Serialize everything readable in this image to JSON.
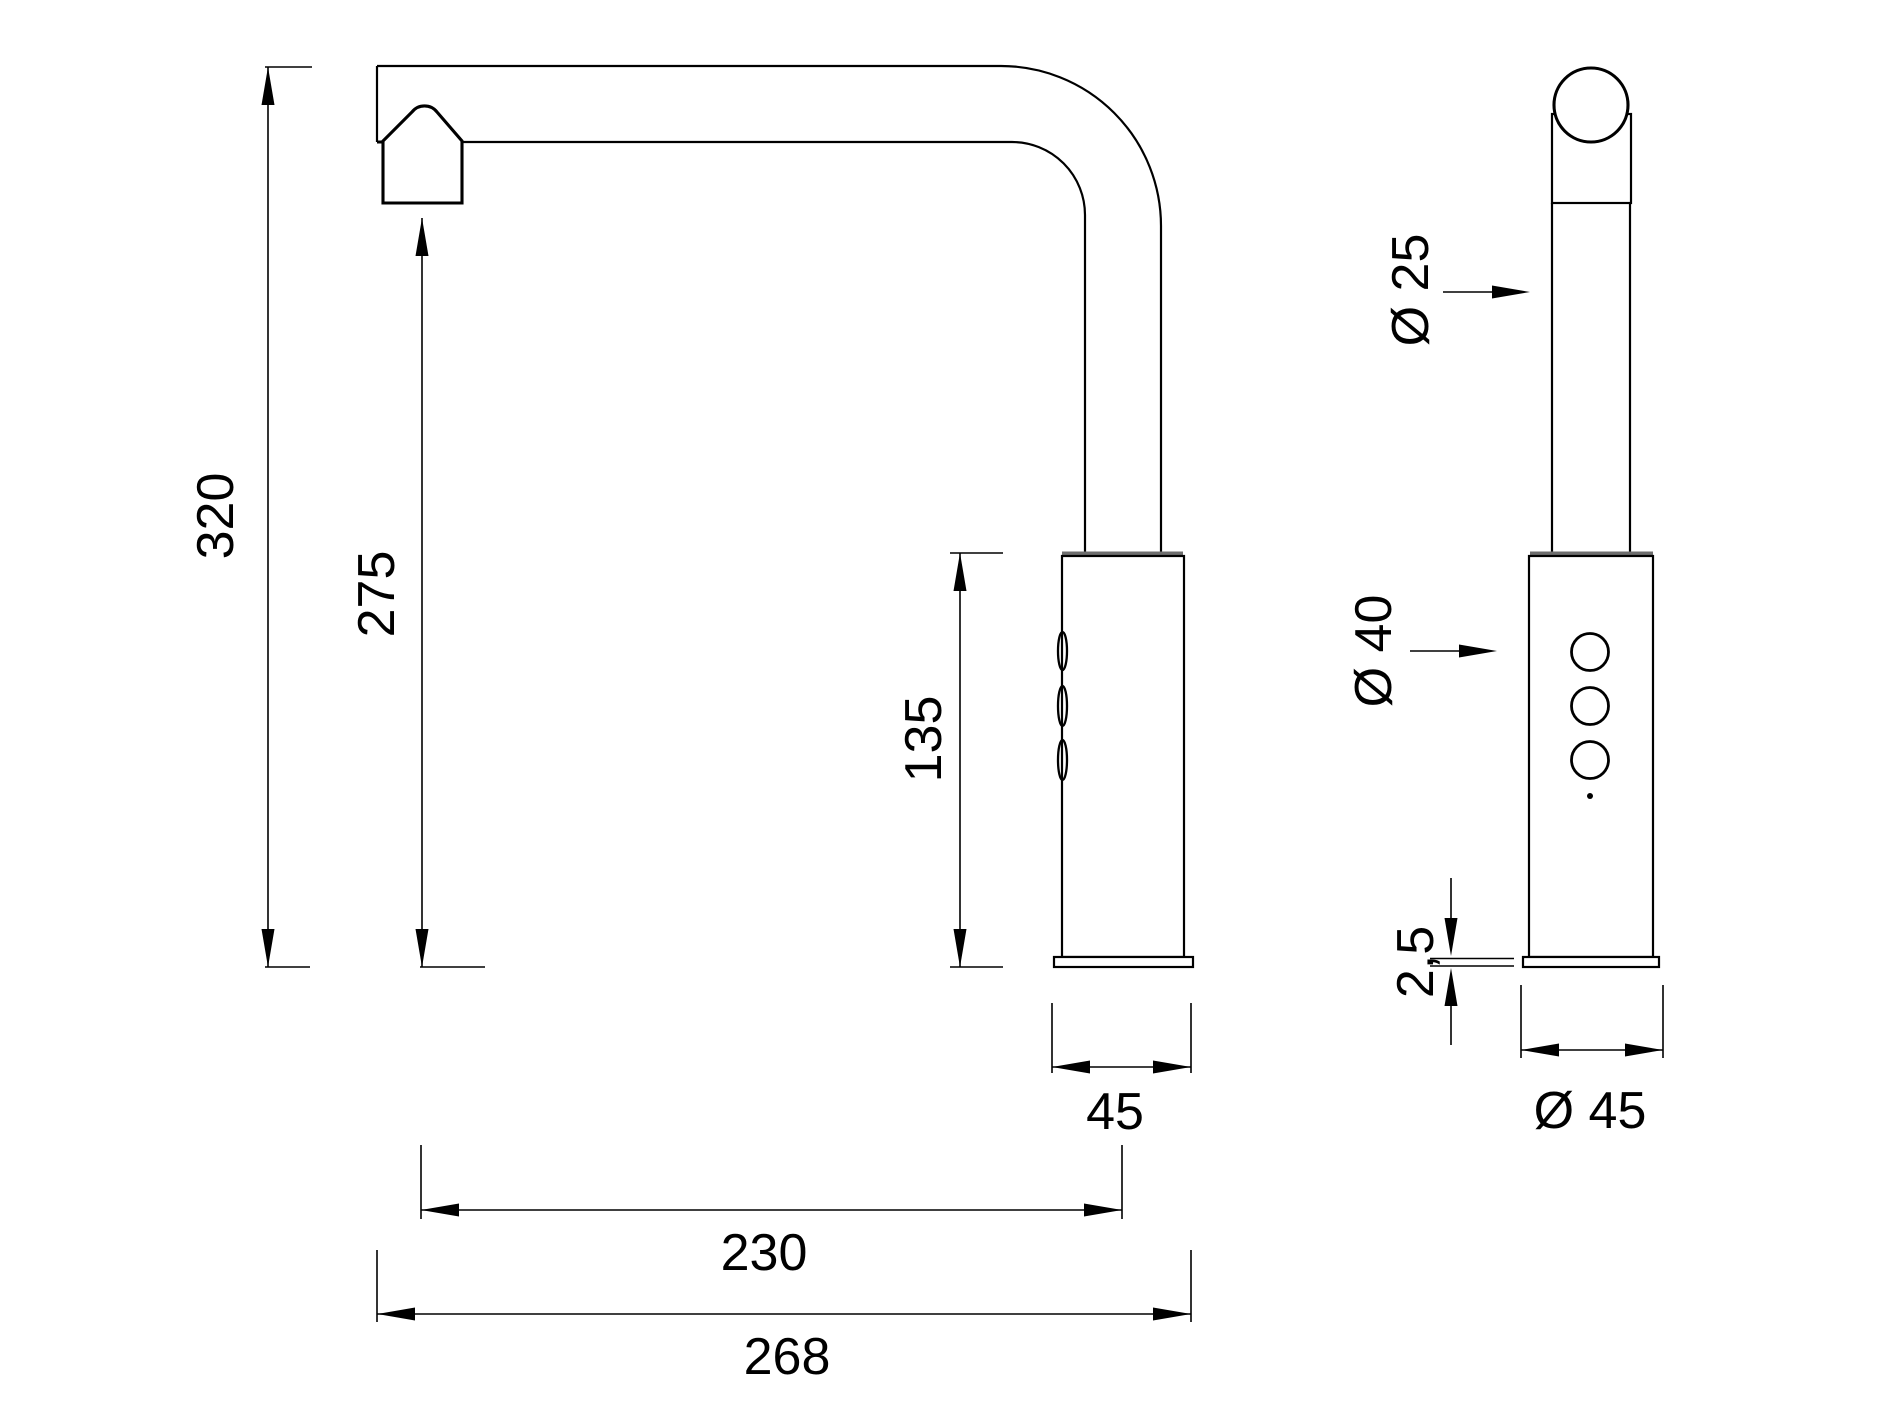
{
  "drawing": {
    "type": "faucet-technical-drawing",
    "colors": {
      "line": "#000000",
      "band": "#6e6e6e",
      "background": "#ffffff"
    },
    "side_view": {
      "dim_total_height": "320",
      "dim_outlet_height": "275",
      "dim_body_height": "135",
      "dim_body_width": "45",
      "dim_spout_reach": "230",
      "dim_total_depth": "268"
    },
    "front_view": {
      "dim_spout_diameter": "Ø 25",
      "dim_body_diameter": "Ø 40",
      "dim_base_thickness": "2,5",
      "dim_base_diameter": "Ø 45"
    }
  }
}
